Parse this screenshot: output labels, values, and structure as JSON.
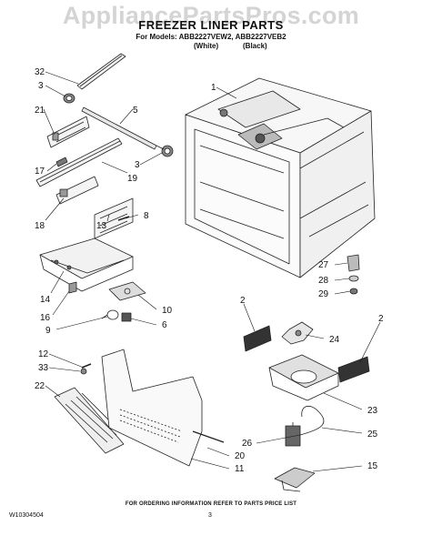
{
  "watermark": "AppliancePartsPros.com",
  "title": "FREEZER LINER PARTS",
  "models": "For Models: ABB2227VEW2, ABB2227VEB2",
  "color_labels": [
    "(White)",
    "(Black)"
  ],
  "callouts": {
    "c32": "32",
    "c3a": "3",
    "c21": "21",
    "c5": "5",
    "c1": "1",
    "c17": "17",
    "c19": "19",
    "c3b": "3",
    "c18": "18",
    "c13": "13",
    "c8": "8",
    "c27": "27",
    "c28": "28",
    "c29": "29",
    "c14": "14",
    "c16": "16",
    "c10": "10",
    "c9": "9",
    "c6": "6",
    "c2a": "2",
    "c2b": "2",
    "c24": "24",
    "c23": "23",
    "c12": "12",
    "c33": "33",
    "c22": "22",
    "c26": "26",
    "c25": "25",
    "c20": "20",
    "c11": "11",
    "c15": "15"
  },
  "footer": "FOR ORDERING INFORMATION REFER TO PARTS PRICE LIST",
  "doc_number": "W10304504",
  "page_number": "3"
}
